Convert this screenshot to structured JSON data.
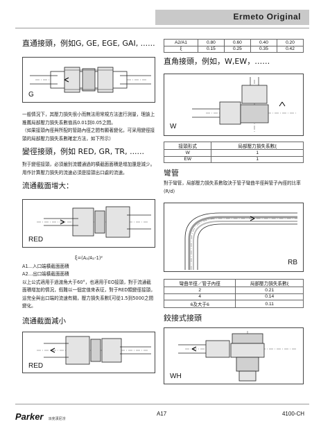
{
  "header": {
    "brand": "Ermeto Original"
  },
  "left": {
    "straight_title": "直通接頭，例如G, GE, EGE, GAI, ......",
    "fig1_label": "G",
    "para1": "一般情況下，其壓力損失很小而無法用常規方法進行測量，理論上推薦局部壓力損失系數值爲0.01到0.05之間。",
    "para2": "（如果接頭內徑與所配的管路內徑之間有顯著變化，可采用變徑接頭的局部壓力損失系數確定方法，如下所示）",
    "reducer_title": "變徑接頭，例如 RED, GR, TR, ......",
    "para3": "對于變徑接頭，必須嚴別流體通過的橫截面面積是增加還是減少。用作計算壓力損失的流速必須是接頭出口處的流速。",
    "increase_title": "流通截面增大：",
    "fig2_label": "RED",
    "formula": "ξ=(A₂/A₁-1)²",
    "def1": "A1...入口端橫截面面積",
    "def2": "A2...出口端橫截面面積",
    "para4": "以上公式適用于過渡角大于60°，也適用于EO接頭，對于流通截面積增加的情況，假難以一個定值來表征，對于RED類變徑接頭，這完全與出口端的流速有關，壓力損失系數ξ可從1.5到5000之間變化。",
    "decrease_title": "流通截面減小",
    "fig3_label": "RED"
  },
  "right": {
    "ratio_table": {
      "rows": [
        [
          "A2/A1",
          "0.80",
          "0.60",
          "0.40",
          "0.20"
        ],
        [
          "ξ",
          "0.15",
          "0.25",
          "0.35",
          "0.42"
        ]
      ]
    },
    "elbow_title": "直角接頭，例如，W,EW，……",
    "fig4_label": "W",
    "type_table": {
      "header": [
        "接頭形式",
        "局部壓力損失系數ξ"
      ],
      "rows": [
        [
          "W",
          "1"
        ],
        [
          "EW",
          "1"
        ]
      ]
    },
    "bend_title": "彎管",
    "para5": "對于彎管，局部壓力損失系數取決于管子彎曲半徑與管子內徑的比率(R/d)",
    "fig5_label": "RB",
    "bend_table": {
      "header": [
        "彎曲半徑／管子內徑",
        "局部壓力損失系數ξ"
      ],
      "rows": [
        [
          "2",
          "0.21"
        ],
        [
          "4",
          "0.14"
        ],
        [
          "6及大于6",
          "0.11"
        ]
      ]
    },
    "hinge_title": "鉸接式接頭",
    "fig6_label": "WH"
  },
  "footer": {
    "logo": "Parker",
    "logo_sub": "派克漢尼汾",
    "page": "A17",
    "doc": "4100-CH"
  }
}
